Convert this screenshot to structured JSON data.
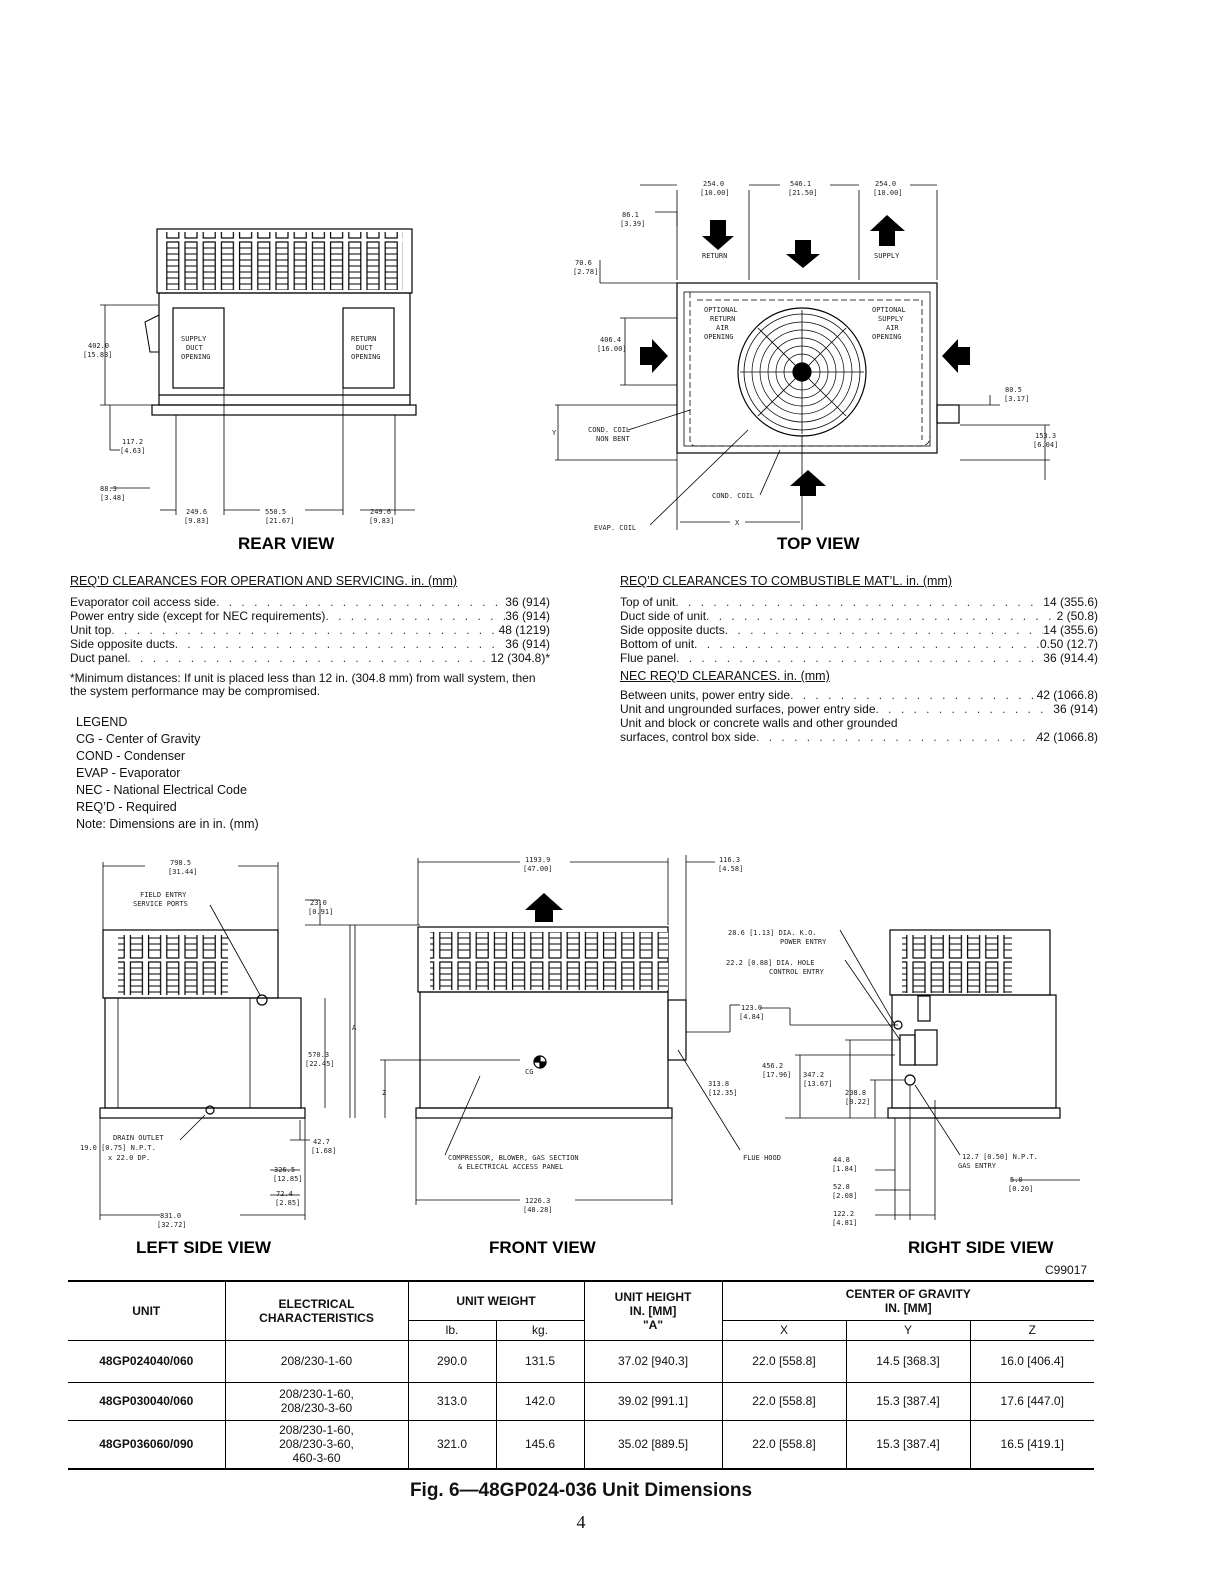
{
  "views": {
    "rear": {
      "title": "REAR VIEW",
      "supply_label": [
        "SUPPLY",
        "DUCT",
        "OPENING"
      ],
      "return_label": [
        "RETURN",
        "DUCT",
        "OPENING"
      ],
      "dims": [
        "402.0",
        "[15.83]",
        "117.2",
        "[4.63]",
        "88.3",
        "[3.48]",
        "249.6",
        "[9.83]",
        "550.5",
        "[21.67]",
        "249.6",
        "[9.83]"
      ]
    },
    "top": {
      "title": "TOP VIEW",
      "labels": {
        "return": "RETURN",
        "supply": "SUPPLY",
        "opt_return": [
          "OPTIONAL",
          "RETURN",
          "AIR",
          "OPENING"
        ],
        "opt_supply": [
          "OPTIONAL",
          "SUPPLY",
          "AIR",
          "OPENING"
        ],
        "cond_coil_non_bent": [
          "COND. COIL",
          "NON BENT"
        ],
        "cond_coil": "COND. COIL",
        "evap_coil": "EVAP. COIL",
        "x": "X",
        "y": "Y"
      },
      "dims": [
        "254.0",
        "[10.00]",
        "546.1",
        "[21.50]",
        "254.0",
        "[10.00]",
        "86.1",
        "[3.39]",
        "70.6",
        "[2.78]",
        "406.4",
        "[16.00]",
        "80.5",
        "[3.17]",
        "153.3",
        "[6.04]"
      ]
    },
    "left": {
      "title": "LEFT SIDE VIEW",
      "labels": {
        "field_entry": [
          "FIELD ENTRY",
          "SERVICE PORTS"
        ],
        "drain": [
          "DRAIN OUTLET",
          "19.0 [0.75] N.P.T.",
          "x 22.0 DP."
        ]
      },
      "dims": [
        "798.5",
        "[31.44]",
        "831.0",
        "[32.72]"
      ]
    },
    "front": {
      "title": "FRONT VIEW",
      "labels": {
        "cg": "CG",
        "access": [
          "COMPRESSOR, BLOWER, GAS SECTION",
          "& ELECTRICAL ACCESS PANEL"
        ],
        "flue": "FLUE HOOD",
        "a": "A",
        "z": "Z"
      },
      "dims": [
        "1193.9",
        "[47.00]",
        "116.3",
        "[4.58]",
        "23.0",
        "[0.91]",
        "570.3",
        "[22.45]",
        "42.7",
        "[1.68]",
        "326.5",
        "[12.85]",
        "72.4",
        "[2.85]",
        "1226.3",
        "[48.28]"
      ]
    },
    "right": {
      "title": "RIGHT SIDE VIEW",
      "labels": {
        "power": [
          "28.6 [1.13] DIA. K.O.",
          "POWER ENTRY"
        ],
        "control": [
          "22.2 [0.88] DIA. HOLE",
          "CONTROL ENTRY"
        ],
        "gas": [
          "12.7 [0.50] N.P.T.",
          "GAS ENTRY"
        ]
      },
      "dims": [
        "123.0",
        "[4.84]",
        "456.2",
        "[17.96]",
        "347.2",
        "[13.67]",
        "313.8",
        "[12.35]",
        "208.8",
        "[8.22]",
        "44.8",
        "[1.84]",
        "52.8",
        "[2.08]",
        "122.2",
        "[4.81]",
        "5.0",
        "[0.20]"
      ]
    }
  },
  "clearances_service": {
    "title": "REQ’D CLEARANCES FOR OPERATION AND SERVICING. in. (mm)",
    "rows": [
      {
        "label": "Evaporator coil access side",
        "value": "36 (914)"
      },
      {
        "label": "Power entry side (except for NEC requirements)",
        "value": "36 (914)"
      },
      {
        "label": "Unit top",
        "value": "48 (1219)"
      },
      {
        "label": "Side opposite ducts",
        "value": "36 (914)"
      },
      {
        "label": "Duct panel",
        "value": "12 (304.8)*"
      }
    ],
    "note": "*Minimum distances: If unit is placed less than 12 in. (304.8 mm) from wall system, then the system performance may be compromised."
  },
  "clearances_combustible": {
    "title": "REQ’D CLEARANCES TO COMBUSTIBLE MAT’L. in. (mm)",
    "rows": [
      {
        "label": "Top of unit",
        "value": "14 (355.6)"
      },
      {
        "label": "Duct side of unit",
        "value": "2 (50.8)"
      },
      {
        "label": "Side opposite ducts",
        "value": "14 (355.6)"
      },
      {
        "label": "Bottom of unit",
        "value": "0.50 (12.7)"
      },
      {
        "label": "Flue panel",
        "value": "36 (914.4)"
      }
    ]
  },
  "clearances_nec": {
    "title": "NEC REQ’D CLEARANCES. in. (mm)",
    "rows": [
      {
        "label": "Between units, power entry side",
        "value": "42 (1066.8)"
      },
      {
        "label": "Unit and ungrounded surfaces, power entry side",
        "value": "36 (914)"
      },
      {
        "label": "Unit and block or concrete walls and other grounded",
        "value": ""
      },
      {
        "label": "surfaces, control box side",
        "value": "42 (1066.8)"
      }
    ]
  },
  "legend": {
    "title": "LEGEND",
    "items": [
      "CG - Center of Gravity",
      "COND - Condenser",
      "EVAP - Evaporator",
      "NEC - National Electrical Code",
      "REQ’D - Required",
      "Note: Dimensions are in in. (mm)"
    ]
  },
  "drawing_code": "C99017",
  "table": {
    "headers": {
      "unit": "UNIT",
      "electrical": [
        "ELECTRICAL",
        "CHARACTERISTICS"
      ],
      "weight": "UNIT WEIGHT",
      "height": [
        "UNIT HEIGHT",
        "IN. [MM]",
        "\"A\""
      ],
      "cg": [
        "CENTER OF GRAVITY",
        "IN. [MM]"
      ],
      "lb": "lb.",
      "kg": "kg.",
      "x": "X",
      "y": "Y",
      "z": "Z"
    },
    "rows": [
      {
        "unit": "48GP024040/060",
        "elec": [
          "208/230-1-60"
        ],
        "lb": "290.0",
        "kg": "131.5",
        "height": "37.02 [940.3]",
        "x": "22.0 [558.8]",
        "y": "14.5 [368.3]",
        "z": "16.0 [406.4]"
      },
      {
        "unit": "48GP030040/060",
        "elec": [
          "208/230-1-60,",
          "208/230-3-60"
        ],
        "lb": "313.0",
        "kg": "142.0",
        "height": "39.02 [991.1]",
        "x": "22.0 [558.8]",
        "y": "15.3 [387.4]",
        "z": "17.6 [447.0]"
      },
      {
        "unit": "48GP036060/090",
        "elec": [
          "208/230-1-60,",
          "208/230-3-60,",
          "460-3-60"
        ],
        "lb": "321.0",
        "kg": "145.6",
        "height": "35.02 [889.5]",
        "x": "22.0 [558.8]",
        "y": "15.3 [387.4]",
        "z": "16.5 [419.1]"
      }
    ]
  },
  "caption": "Fig. 6—48GP024-036 Unit Dimensions",
  "page_number": "4"
}
